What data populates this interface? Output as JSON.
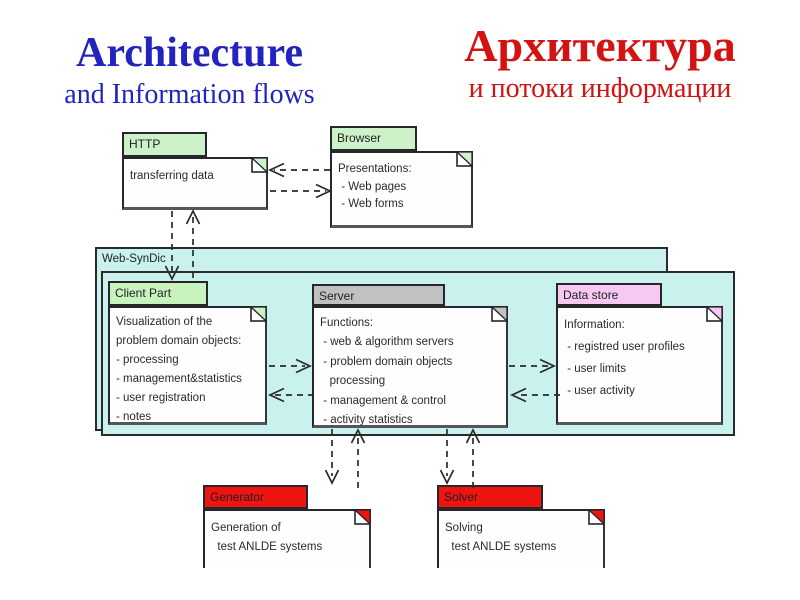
{
  "titles": {
    "en": {
      "line1": "Architecture",
      "line2": "and Information flows",
      "color": "#2323c0"
    },
    "ru": {
      "line1": "Архитектура",
      "line2": "и потоки информации",
      "color": "#d31212"
    }
  },
  "container": {
    "label": "Web-SynDic",
    "fill": "#c9f1ee"
  },
  "nodes": {
    "http": {
      "title": "HTTP",
      "accent": "#cdf2ca",
      "lines": [
        "transferring data"
      ]
    },
    "browser": {
      "title": "Browser",
      "accent": "#cdf2ca",
      "lines": [
        "Presentations:",
        " - Web pages",
        " - Web forms"
      ]
    },
    "client": {
      "title": "Client Part",
      "accent": "#c9f2bf",
      "lines": [
        "Visualization of the",
        "problem domain objects:",
        "- processing",
        "- management&statistics",
        "- user registration",
        "- notes"
      ]
    },
    "server": {
      "title": "Server",
      "accent": "#c0c2c1",
      "lines": [
        "Functions:",
        " - web & algorithm servers",
        " - problem domain objects",
        "   processing",
        " - management & control",
        " - activity statistics"
      ]
    },
    "datastore": {
      "title": "Data store",
      "accent": "#f6c8f2",
      "lines": [
        "Information:",
        " - registred user profiles",
        " - user limits",
        " - user activity"
      ]
    },
    "generator": {
      "title": "Generator",
      "accent": "#ee1410",
      "lines": [
        "Generation of",
        "  test ANLDE systems"
      ]
    },
    "solver": {
      "title": "Solver",
      "accent": "#ee1410",
      "lines": [
        "Solving",
        "  test ANLDE systems"
      ]
    }
  },
  "edges": [
    {
      "from": "browser",
      "to": "http",
      "style": "dashed"
    },
    {
      "from": "http",
      "to": "browser",
      "style": "dashed"
    },
    {
      "from": "http",
      "to": "client",
      "style": "dashed"
    },
    {
      "from": "client",
      "to": "http",
      "style": "dashed"
    },
    {
      "from": "client",
      "to": "server",
      "style": "dashed"
    },
    {
      "from": "server",
      "to": "client",
      "style": "dashed"
    },
    {
      "from": "server",
      "to": "datastore",
      "style": "dashed"
    },
    {
      "from": "datastore",
      "to": "server",
      "style": "dashed"
    },
    {
      "from": "server",
      "to": "generator",
      "style": "dashed"
    },
    {
      "from": "generator",
      "to": "server",
      "style": "dashed"
    },
    {
      "from": "server",
      "to": "solver",
      "style": "dashed"
    },
    {
      "from": "solver",
      "to": "server",
      "style": "dashed"
    }
  ]
}
